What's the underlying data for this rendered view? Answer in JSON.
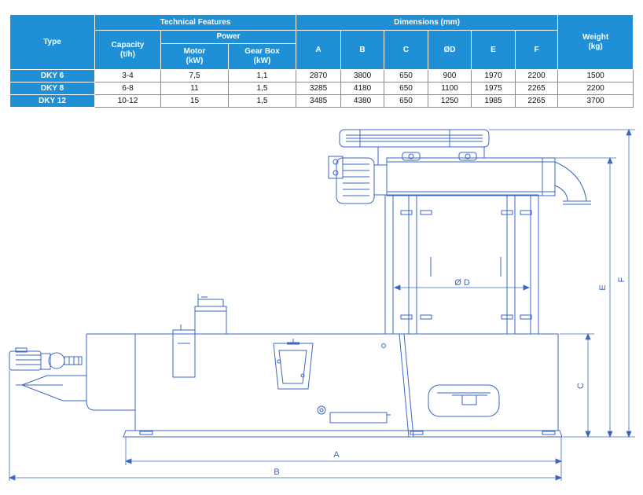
{
  "table": {
    "headers": {
      "type": "Type",
      "technical_features": "Technical Features",
      "capacity": "Capacity",
      "capacity_unit": "(t/h)",
      "power": "Power",
      "motor": "Motor",
      "motor_unit": "(kW)",
      "gearbox": "Gear Box",
      "gearbox_unit": "(kW)",
      "dimensions": "Dimensions (mm)",
      "a": "A",
      "b": "B",
      "c": "C",
      "d": "ØD",
      "e": "E",
      "f": "F",
      "weight": "Weight",
      "weight_unit": "(kg)"
    },
    "rows": [
      {
        "type": "DKY 6",
        "capacity": "3-4",
        "motor": "7,5",
        "gearbox": "1,1",
        "a": "2870",
        "b": "3800",
        "c": "650",
        "d": "900",
        "e": "1970",
        "f": "2200",
        "weight": "1500"
      },
      {
        "type": "DKY 8",
        "capacity": "6-8",
        "motor": "11",
        "gearbox": "1,5",
        "a": "3285",
        "b": "4180",
        "c": "650",
        "d": "1100",
        "e": "1975",
        "f": "2265",
        "weight": "2200"
      },
      {
        "type": "DKY 12",
        "capacity": "10-12",
        "motor": "15",
        "gearbox": "1,5",
        "a": "3485",
        "b": "4380",
        "c": "650",
        "d": "1250",
        "e": "1985",
        "f": "2265",
        "weight": "3700"
      }
    ]
  },
  "drawing": {
    "label_a": "A",
    "label_b": "B",
    "label_c": "C",
    "label_d": "Ø D",
    "label_e": "E",
    "label_f": "F",
    "line_color": "#3a66c4"
  }
}
